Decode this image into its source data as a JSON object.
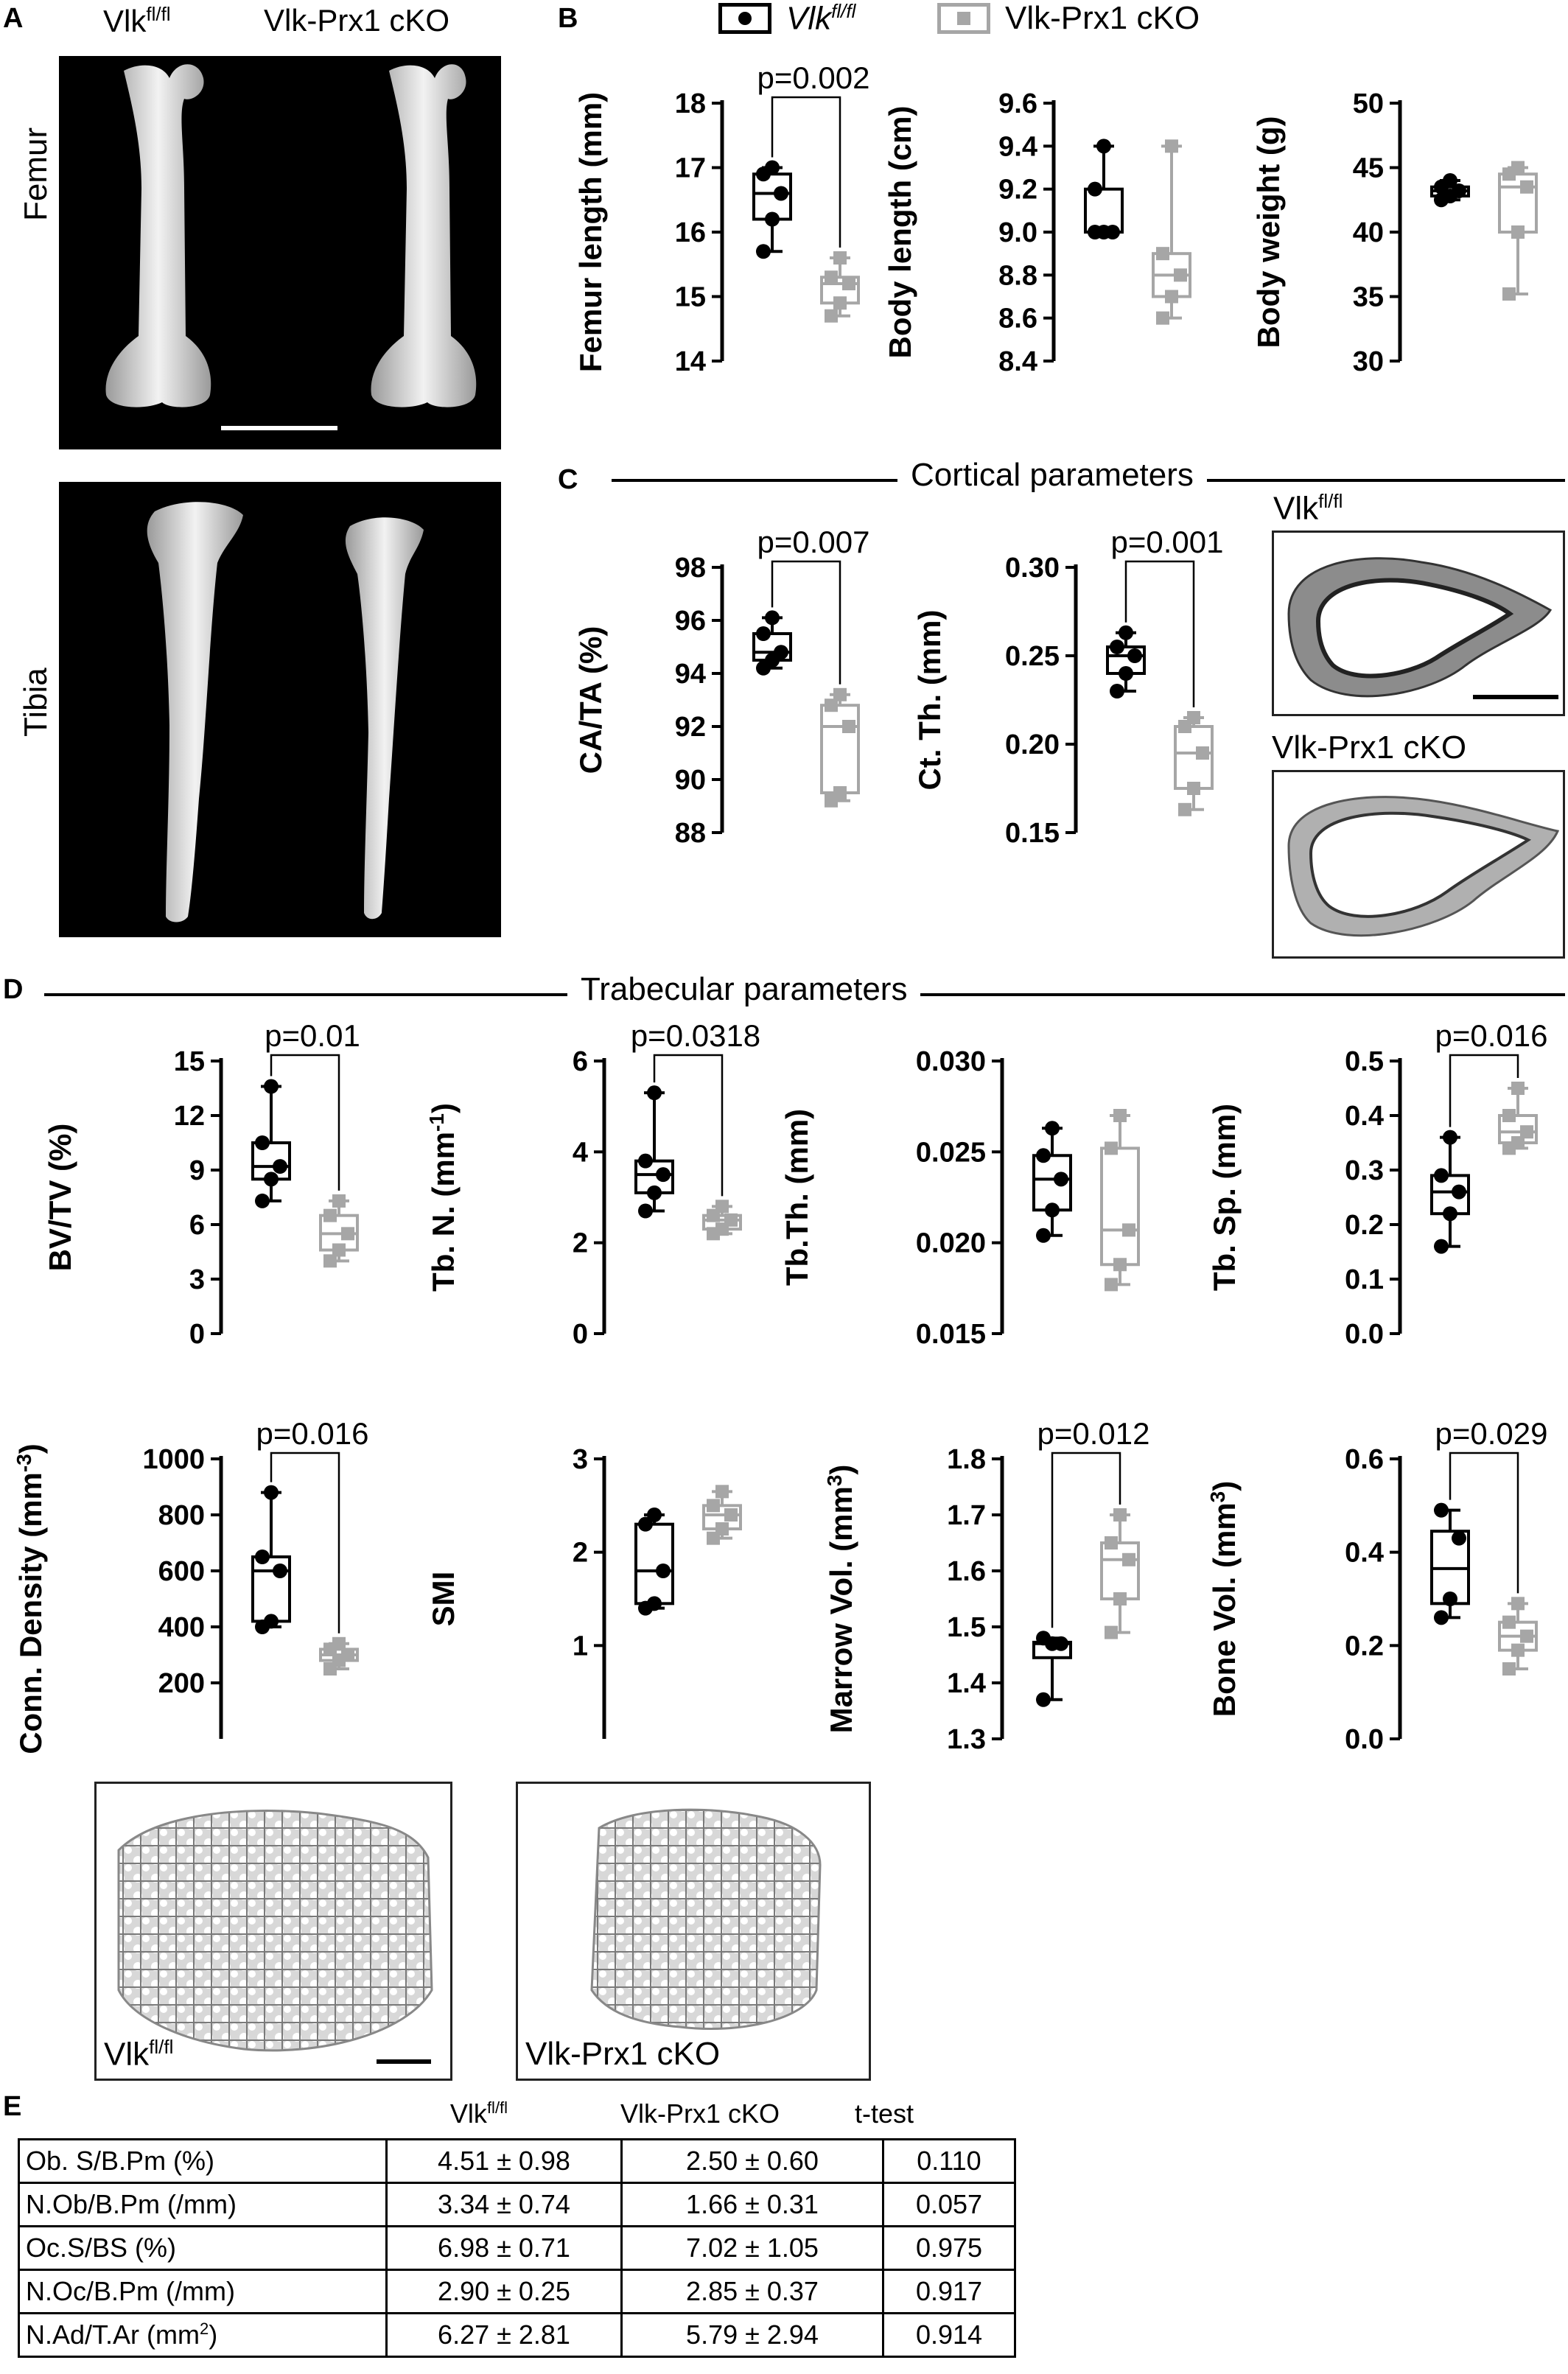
{
  "panels": {
    "a": "A",
    "b": "B",
    "c": "C",
    "d": "D",
    "e": "E"
  },
  "groups": {
    "wt": {
      "base": "Vlk",
      "sup": "fl/fl"
    },
    "ko": "Vlk-Prx1 cKO",
    "wt_color": "#000000",
    "ko_color": "#a6a6a6"
  },
  "panel_a": {
    "femur_label": "Femur",
    "tibia_label": "Tibia"
  },
  "sections": {
    "cortical": "Cortical parameters",
    "trabecular": "Trabecular parameters"
  },
  "chart_data": [
    {
      "id": "femur",
      "type": "box",
      "ylabel": "Femur length (mm)",
      "ylim": [
        14,
        18
      ],
      "ticks": [
        14,
        15,
        16,
        17,
        18
      ],
      "tick_labels": [
        "14",
        "15",
        "16",
        "17",
        "18"
      ],
      "pvalue": "p=0.002",
      "series": [
        {
          "name": "Vlk fl/fl",
          "values": [
            15.7,
            16.2,
            16.6,
            16.9,
            17.0
          ]
        },
        {
          "name": "Vlk-Prx1 cKO",
          "values": [
            14.7,
            14.9,
            15.2,
            15.3,
            15.6
          ]
        }
      ]
    },
    {
      "id": "bodylen",
      "type": "box",
      "ylabel": "Body length (cm)",
      "ylim": [
        8.4,
        9.6
      ],
      "ticks": [
        8.4,
        8.6,
        8.8,
        9.0,
        9.2,
        9.4,
        9.6
      ],
      "tick_labels": [
        "8.4",
        "8.6",
        "8.8",
        "9.0",
        "9.2",
        "9.4",
        "9.6"
      ],
      "pvalue": "",
      "series": [
        {
          "name": "Vlk fl/fl",
          "values": [
            9.0,
            9.0,
            9.0,
            9.2,
            9.4
          ]
        },
        {
          "name": "Vlk-Prx1 cKO",
          "values": [
            8.6,
            8.7,
            8.8,
            8.9,
            9.4
          ]
        }
      ]
    },
    {
      "id": "bodyweight",
      "type": "box",
      "ylabel": "Body weight (g)",
      "ylim": [
        30,
        50
      ],
      "ticks": [
        30,
        35,
        40,
        45,
        50
      ],
      "tick_labels": [
        "30",
        "35",
        "40",
        "45",
        "50"
      ],
      "pvalue": "",
      "series": [
        {
          "name": "Vlk fl/fl",
          "values": [
            42.5,
            42.8,
            43.2,
            43.5,
            44.0
          ]
        },
        {
          "name": "Vlk-Prx1 cKO",
          "values": [
            35.2,
            40.0,
            43.5,
            44.5,
            45.0
          ]
        }
      ]
    },
    {
      "id": "cata",
      "type": "box",
      "ylabel": "CA/TA (%)",
      "ylim": [
        88,
        98
      ],
      "ticks": [
        88,
        90,
        92,
        94,
        96,
        98
      ],
      "tick_labels": [
        "88",
        "90",
        "92",
        "94",
        "96",
        "98"
      ],
      "pvalue": "p=0.007",
      "series": [
        {
          "name": "Vlk fl/fl",
          "values": [
            94.2,
            94.5,
            94.8,
            95.5,
            96.1
          ]
        },
        {
          "name": "Vlk-Prx1 cKO",
          "values": [
            89.2,
            89.5,
            92.0,
            92.8,
            93.2
          ]
        }
      ]
    },
    {
      "id": "ctth",
      "type": "box",
      "ylabel": "Ct. Th. (mm)",
      "ylim": [
        0.15,
        0.3
      ],
      "ticks": [
        0.15,
        0.2,
        0.25,
        0.3
      ],
      "tick_labels": [
        "0.15",
        "0.20",
        "0.25",
        "0.30"
      ],
      "pvalue": "p=0.001",
      "series": [
        {
          "name": "Vlk fl/fl",
          "values": [
            0.23,
            0.24,
            0.25,
            0.255,
            0.263
          ]
        },
        {
          "name": "Vlk-Prx1 cKO",
          "values": [
            0.163,
            0.175,
            0.195,
            0.21,
            0.215
          ]
        }
      ]
    },
    {
      "id": "bvtv",
      "type": "box",
      "ylabel": "BV/TV (%)",
      "ylim": [
        0,
        15
      ],
      "ticks": [
        0,
        3,
        6,
        9,
        12,
        15
      ],
      "tick_labels": [
        "0",
        "3",
        "6",
        "9",
        "12",
        "15"
      ],
      "pvalue": "p=0.01",
      "series": [
        {
          "name": "Vlk fl/fl",
          "values": [
            7.3,
            8.5,
            9.2,
            10.5,
            13.6
          ]
        },
        {
          "name": "Vlk-Prx1 cKO",
          "values": [
            4.0,
            4.6,
            5.5,
            6.5,
            7.3
          ]
        }
      ]
    },
    {
      "id": "tbn",
      "type": "box",
      "ylabel": "Tb. N. (mm",
      "ylabel_sup": "-1",
      "ylabel_end": ")",
      "ylim": [
        0,
        6
      ],
      "ticks": [
        0,
        2,
        4,
        6
      ],
      "tick_labels": [
        "0",
        "2",
        "4",
        "6"
      ],
      "pvalue": "p=0.0318",
      "series": [
        {
          "name": "Vlk fl/fl",
          "values": [
            2.7,
            3.1,
            3.5,
            3.8,
            5.3
          ]
        },
        {
          "name": "Vlk-Prx1 cKO",
          "values": [
            2.2,
            2.3,
            2.5,
            2.6,
            2.8
          ]
        }
      ]
    },
    {
      "id": "tbth",
      "type": "box",
      "ylabel": "Tb.Th. (mm)",
      "ylim": [
        0.015,
        0.03
      ],
      "ticks": [
        0.015,
        0.02,
        0.025,
        0.03
      ],
      "tick_labels": [
        "0.015",
        "0.020",
        "0.025",
        "0.030"
      ],
      "pvalue": "",
      "series": [
        {
          "name": "Vlk fl/fl",
          "values": [
            0.0204,
            0.0218,
            0.0235,
            0.0248,
            0.0263
          ]
        },
        {
          "name": "Vlk-Prx1 cKO",
          "values": [
            0.0177,
            0.0188,
            0.0207,
            0.0252,
            0.027
          ]
        }
      ]
    },
    {
      "id": "tbsp",
      "type": "box",
      "ylabel": "Tb. Sp. (mm)",
      "ylim": [
        0,
        0.5
      ],
      "ticks": [
        0,
        0.1,
        0.2,
        0.3,
        0.4,
        0.5
      ],
      "tick_labels": [
        "0.0",
        "0.1",
        "0.2",
        "0.3",
        "0.4",
        "0.5"
      ],
      "pvalue": "p=0.016",
      "series": [
        {
          "name": "Vlk fl/fl",
          "values": [
            0.16,
            0.22,
            0.26,
            0.29,
            0.36
          ]
        },
        {
          "name": "Vlk-Prx1 cKO",
          "values": [
            0.34,
            0.35,
            0.37,
            0.4,
            0.45
          ]
        }
      ]
    },
    {
      "id": "conn",
      "type": "box",
      "ylabel": "Conn. Density (mm",
      "ylabel_sup": "-3",
      "ylabel_end": ")",
      "ylim": [
        0,
        1000
      ],
      "ticks": [
        200,
        400,
        600,
        800,
        1000
      ],
      "tick_labels": [
        "200",
        "400",
        "600",
        "800",
        "1000"
      ],
      "pvalue": "p=0.016",
      "series": [
        {
          "name": "Vlk fl/fl",
          "values": [
            400,
            420,
            600,
            650,
            880
          ]
        },
        {
          "name": "Vlk-Prx1 cKO",
          "values": [
            250,
            280,
            300,
            320,
            340
          ]
        }
      ]
    },
    {
      "id": "smi",
      "type": "box",
      "ylabel": "SMI",
      "ylim": [
        0,
        3
      ],
      "ticks": [
        1,
        2,
        3
      ],
      "tick_labels": [
        "1",
        "2",
        "3"
      ],
      "pvalue": "",
      "series": [
        {
          "name": "Vlk fl/fl",
          "values": [
            1.4,
            1.45,
            1.8,
            2.3,
            2.4
          ]
        },
        {
          "name": "Vlk-Prx1 cKO",
          "values": [
            2.15,
            2.25,
            2.4,
            2.5,
            2.65
          ]
        }
      ]
    },
    {
      "id": "marrow",
      "type": "box",
      "ylabel": "Marrow Vol. (mm",
      "ylabel_sup": "3",
      "ylabel_end": ")",
      "ylim": [
        1.3,
        1.8
      ],
      "ticks": [
        1.3,
        1.4,
        1.5,
        1.6,
        1.7,
        1.8
      ],
      "tick_labels": [
        "1.3",
        "1.4",
        "1.5",
        "1.6",
        "1.7",
        "1.8"
      ],
      "pvalue": "p=0.012",
      "series": [
        {
          "name": "Vlk fl/fl",
          "values": [
            1.37,
            1.47,
            1.47,
            1.48
          ]
        },
        {
          "name": "Vlk-Prx1 cKO",
          "values": [
            1.49,
            1.55,
            1.62,
            1.65,
            1.7
          ]
        }
      ]
    },
    {
      "id": "bonevol",
      "type": "box",
      "ylabel": "Bone Vol. (mm",
      "ylabel_sup": "3",
      "ylabel_end": ")",
      "ylim": [
        0,
        0.6
      ],
      "ticks": [
        0,
        0.2,
        0.4,
        0.6
      ],
      "tick_labels": [
        "0.0",
        "0.2",
        "0.4",
        "0.6"
      ],
      "pvalue": "p=0.029",
      "series": [
        {
          "name": "Vlk fl/fl",
          "values": [
            0.26,
            0.3,
            0.43,
            0.49
          ]
        },
        {
          "name": "Vlk-Prx1 cKO",
          "values": [
            0.15,
            0.19,
            0.22,
            0.25,
            0.29
          ]
        }
      ]
    }
  ],
  "table": {
    "headers": {
      "col1_base": "Vlk",
      "col1_sup": "fl/fl",
      "col2": "Vlk-Prx1 cKO",
      "col3": "t-test"
    },
    "rows": [
      {
        "label": "Ob. S/B.Pm (%)",
        "wt": "4.51 ± 0.98",
        "ko": "2.50 ± 0.60",
        "p": "0.110"
      },
      {
        "label": "N.Ob/B.Pm (/mm)",
        "wt": "3.34 ± 0.74",
        "ko": "1.66 ± 0.31",
        "p": "0.057"
      },
      {
        "label": "Oc.S/BS (%)",
        "wt": "6.98 ± 0.71",
        "ko": "7.02 ± 1.05",
        "p": "0.975"
      },
      {
        "label": "N.Oc/B.Pm (/mm)",
        "wt": "2.90 ± 0.25",
        "ko": "2.85 ± 0.37",
        "p": "0.917"
      },
      {
        "label": "N.Ad/T.Ar (mm",
        "label_sup": "2",
        "label_end": ")",
        "wt": "6.27 ± 2.81",
        "ko": "5.79 ± 2.94",
        "p": "0.914"
      }
    ]
  }
}
